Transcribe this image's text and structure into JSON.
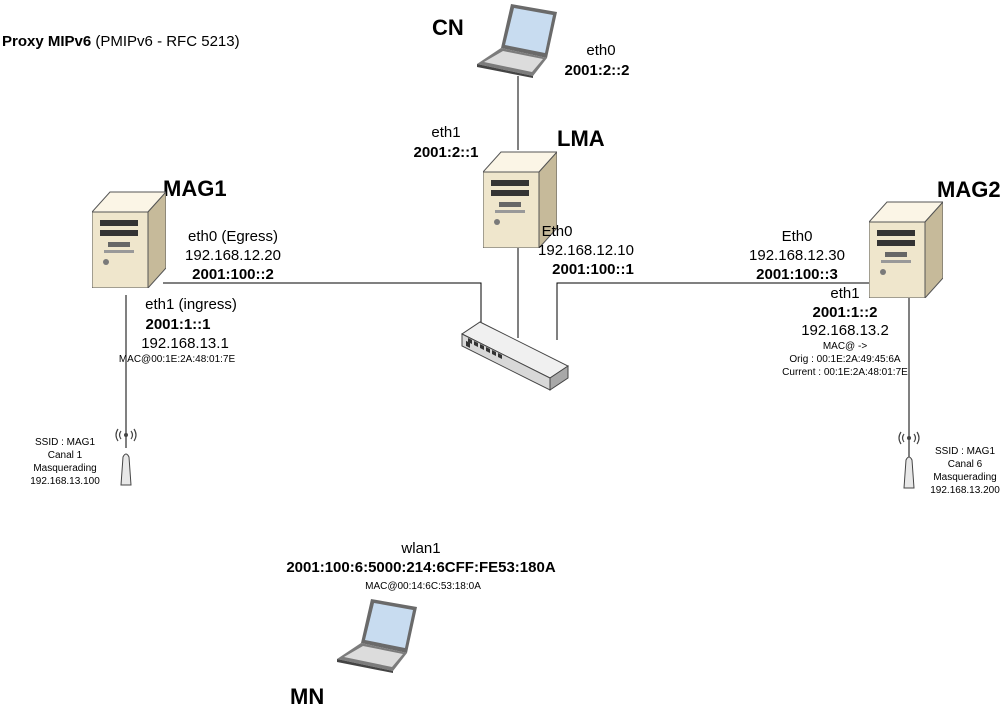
{
  "title": {
    "bold": "Proxy MIPv6",
    "rest": " (PMIPv6 - RFC 5213)"
  },
  "cn": {
    "name": "CN",
    "iface": "eth0",
    "ipv6": "2001:2::2"
  },
  "lma": {
    "name": "LMA",
    "eth1": {
      "iface": "eth1",
      "ipv6": "2001:2::1"
    },
    "eth0": {
      "iface": "Eth0",
      "ipv4": "192.168.12.10",
      "ipv6": "2001:100::1"
    }
  },
  "mag1": {
    "name": "MAG1",
    "eth0": {
      "iface": "eth0 (Egress)",
      "ipv4": "192.168.12.20",
      "ipv6": "2001:100::2"
    },
    "eth1": {
      "iface": "eth1 (ingress)",
      "ipv6": "2001:1::1",
      "ipv4": "192.168.13.1",
      "mac": "MAC@00:1E:2A:48:01:7E"
    },
    "ap": {
      "ssid": "SSID : MAG1",
      "canal": "Canal 1",
      "mode": "Masquerading",
      "ip": "192.168.13.100"
    }
  },
  "mag2": {
    "name": "MAG2",
    "eth0": {
      "iface": "Eth0",
      "ipv4": "192.168.12.30",
      "ipv6": "2001:100::3"
    },
    "eth1": {
      "iface": "eth1",
      "ipv6": "2001:1::2",
      "ipv4": "192.168.13.2",
      "mac": "MAC@ ->",
      "orig": "Orig : 00:1E:2A:49:45:6A",
      "current": "Current : 00:1E:2A:48:01:7E"
    },
    "ap": {
      "ssid": "SSID : MAG1",
      "canal": "Canal 6",
      "mode": "Masquerading",
      "ip": "192.168.13.200"
    }
  },
  "mn": {
    "name": "MN",
    "iface": "wlan1",
    "ipv6": "2001:100:6:5000:214:6CFF:FE53:180A",
    "mac": "MAC@00:14:6C:53:18:0A"
  },
  "icons": {
    "laptop": "laptop-icon",
    "server": "server-tower-icon",
    "switch": "network-switch-icon",
    "antenna": "wireless-antenna-icon"
  }
}
